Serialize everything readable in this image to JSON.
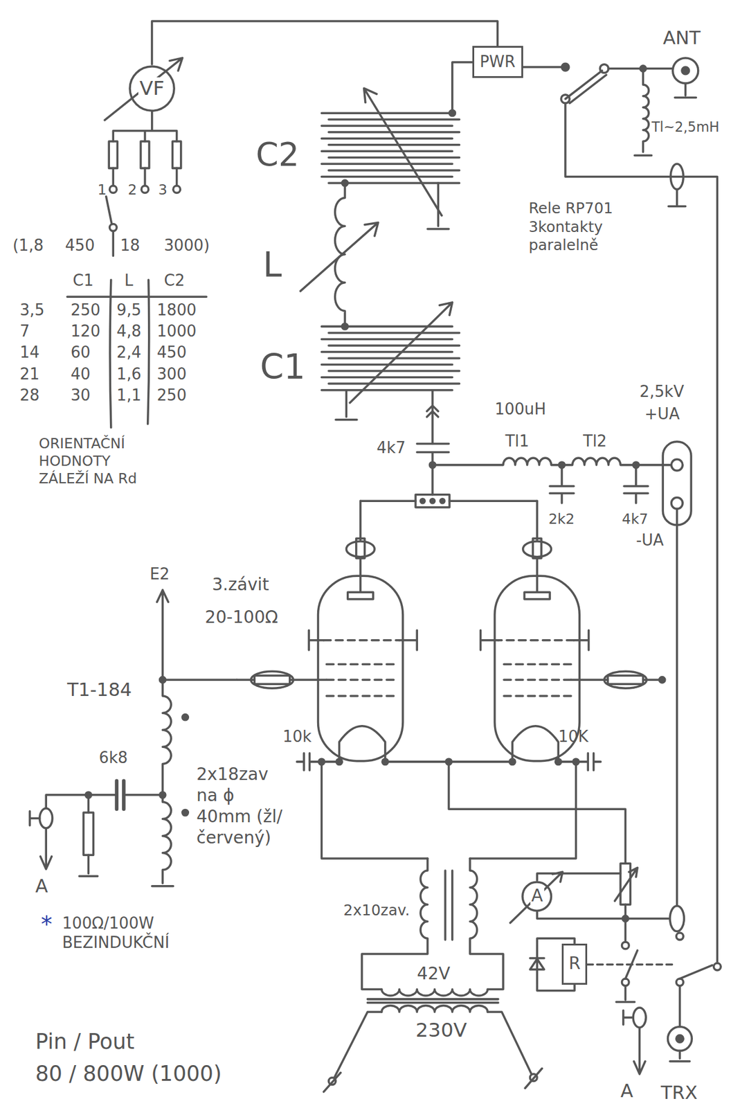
{
  "diagram": {
    "nodes": [
      {
        "text": [
          "VF"
        ]
      },
      {
        "text": [
          "PWR"
        ]
      },
      {
        "text": [
          "A"
        ]
      },
      {
        "text": [
          "R"
        ]
      }
    ],
    "edges": [
      {
        "from": 0,
        "to": 1,
        "arrow": "none"
      }
    ],
    "labels": [
      "ANT",
      "Tl~2,5mH",
      "C2",
      "1",
      "2",
      "3",
      "(1,8",
      "450",
      "18",
      "3000)",
      "C1",
      "L",
      "C2",
      "3,5",
      "250",
      "9,5",
      "1800",
      "7",
      "120",
      "4,8",
      "1000",
      "14",
      "60",
      "2,4",
      "450",
      "21",
      "40",
      "1,6",
      "300",
      "28",
      "30",
      "1,1",
      "250",
      "ORIENTAČNÍ HODNOTY ZÁLEŽÍ NA Rd",
      "Rele RP701 3kontakty paralelně",
      "L",
      "C1",
      "100uH",
      "2,5kV",
      "+UA",
      "4k7",
      "Tl1",
      "Tl2",
      "2k2",
      "4k7",
      "-UA",
      "E2",
      "3.závit",
      "20-100Ω",
      "T1-184",
      "6k8",
      "2x18zav na ϕ 40mm (žl/červený)",
      "10k",
      "10K",
      "A",
      "*",
      "100Ω/100W BEZINDUKČNÍ",
      "2x10zav.",
      "42V",
      "230V",
      "Pin / Pout",
      "80 / 800W (1000)",
      "A",
      "TRX"
    ]
  }
}
